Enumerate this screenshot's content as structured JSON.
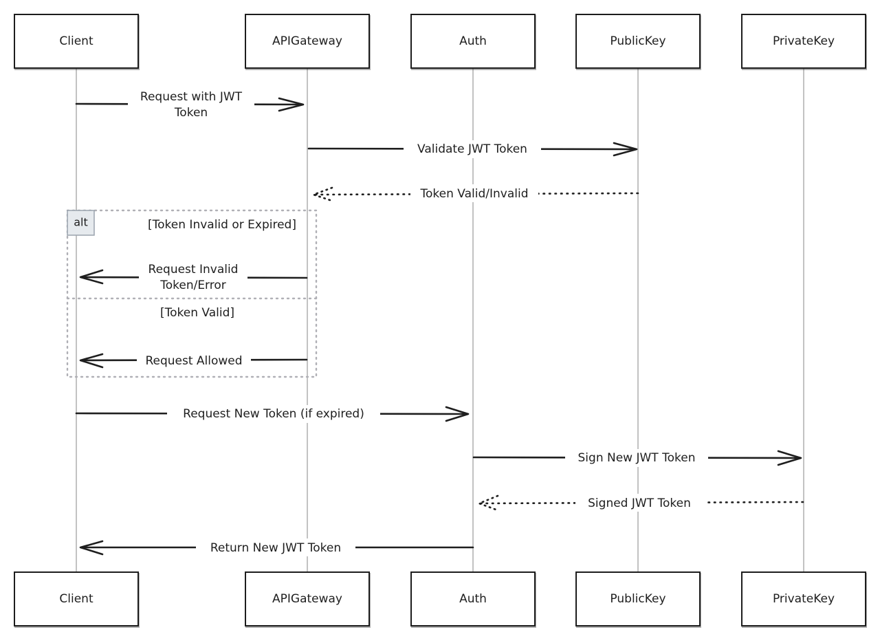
{
  "participants": [
    {
      "id": "client",
      "label": "Client"
    },
    {
      "id": "gateway",
      "label": "APIGateway"
    },
    {
      "id": "auth",
      "label": "Auth"
    },
    {
      "id": "publickey",
      "label": "PublicKey"
    },
    {
      "id": "privatekey",
      "label": "PrivateKey"
    }
  ],
  "messages": [
    {
      "from": "client",
      "to": "gateway",
      "lines": [
        "Request with JWT",
        "Token"
      ],
      "style": "solid"
    },
    {
      "from": "gateway",
      "to": "publickey",
      "lines": [
        "Validate JWT Token"
      ],
      "style": "solid"
    },
    {
      "from": "publickey",
      "to": "gateway",
      "lines": [
        "Token Valid/Invalid"
      ],
      "style": "dotted"
    },
    {
      "from": "gateway",
      "to": "client",
      "lines": [
        "Request Invalid",
        "Token/Error"
      ],
      "style": "solid"
    },
    {
      "from": "gateway",
      "to": "client",
      "lines": [
        "Request Allowed"
      ],
      "style": "solid"
    },
    {
      "from": "client",
      "to": "auth",
      "lines": [
        "Request New Token (if expired)"
      ],
      "style": "solid"
    },
    {
      "from": "auth",
      "to": "privatekey",
      "lines": [
        "Sign New JWT Token"
      ],
      "style": "solid"
    },
    {
      "from": "privatekey",
      "to": "auth",
      "lines": [
        "Signed JWT Token"
      ],
      "style": "dotted"
    },
    {
      "from": "auth",
      "to": "client",
      "lines": [
        "Return New JWT Token"
      ],
      "style": "solid"
    }
  ],
  "alt_frame": {
    "tag": "alt",
    "conditions": [
      "[Token Invalid or Expired]",
      "[Token Valid]"
    ]
  },
  "colors": {
    "stroke": "#1e1e1e",
    "lifeline": "#9a9a9a",
    "frame": "#b0b0b6",
    "frame_tag_fill": "#e6eaee"
  }
}
